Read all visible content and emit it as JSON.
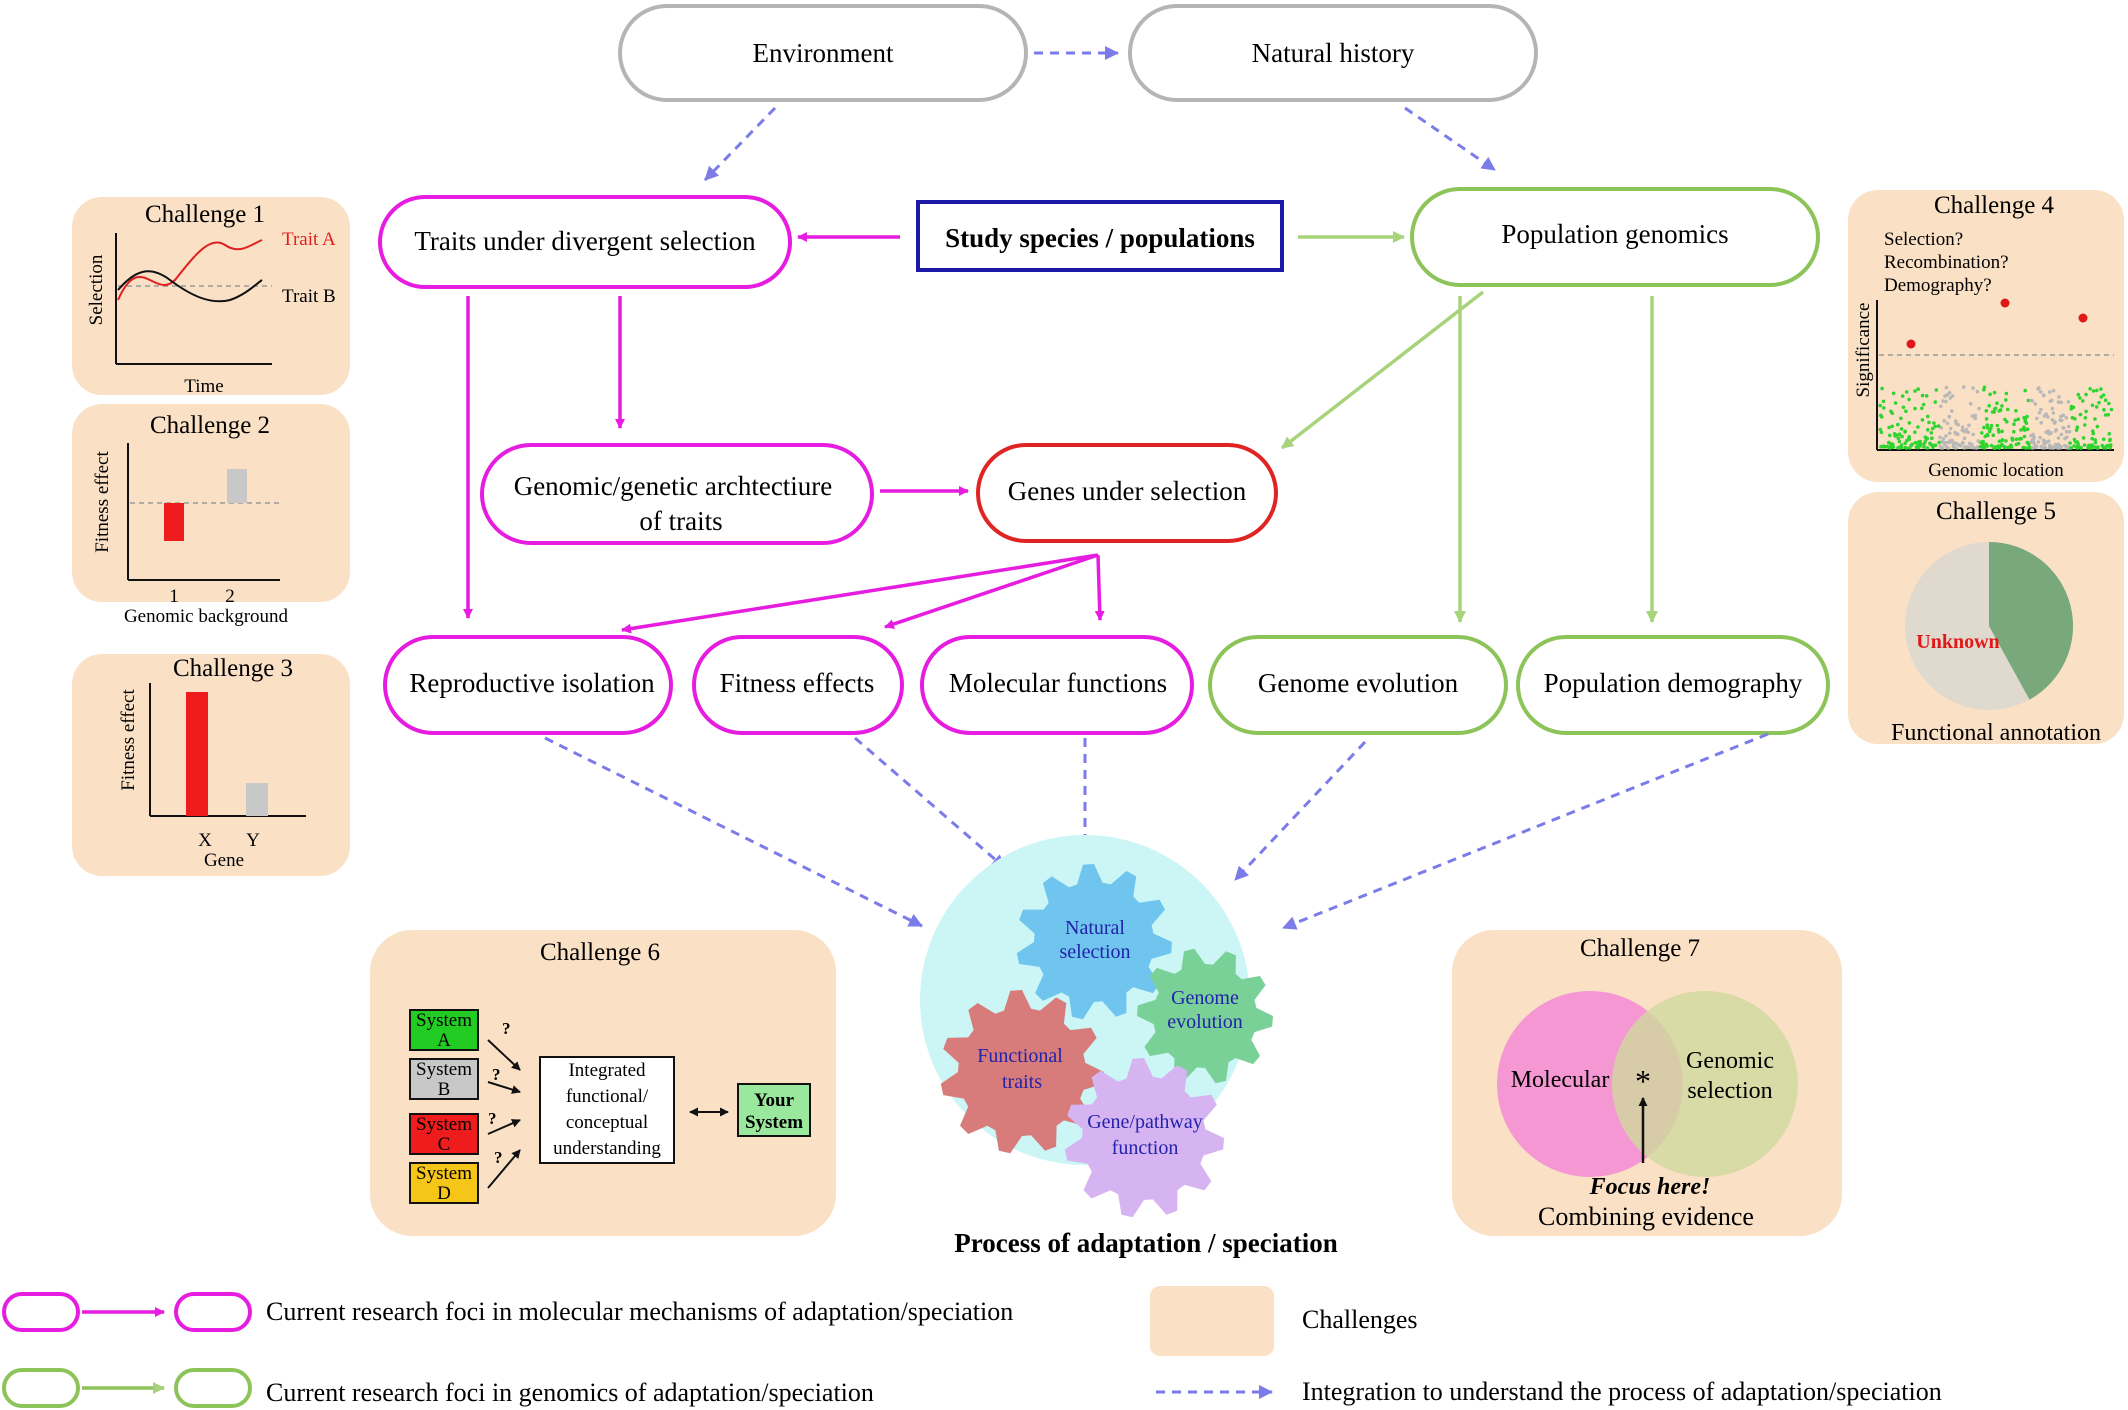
{
  "nodes": {
    "environment": "Environment",
    "natural_history": "Natural history",
    "traits": "Traits under divergent selection",
    "study": "Study species / populations",
    "popgen": "Population genomics",
    "arch_line1": "Genomic/genetic archtectiure",
    "arch_line2": "of traits",
    "genes": "Genes under selection",
    "repro": "Reproductive isolation",
    "fitness": "Fitness effects",
    "molecular": "Molecular functions",
    "genome_evo": "Genome evolution",
    "pop_demo": "Population demography"
  },
  "process": {
    "caption": "Process of adaptation / speciation",
    "gears": {
      "natural_l1": "Natural",
      "natural_l2": "selection",
      "genome_l1": "Genome",
      "genome_l2": "evolution",
      "functional_l1": "Functional",
      "functional_l2": "traits",
      "gene_l1": "Gene/pathway",
      "gene_l2": "function"
    }
  },
  "challenges": {
    "c1": {
      "title": "Challenge 1",
      "ylabel": "Selection",
      "xlabel": "Time",
      "trait_a": "Trait A",
      "trait_b": "Trait B"
    },
    "c2": {
      "title": "Challenge 2",
      "ylabel": "Fitness effect",
      "xlabel": "Genomic background",
      "tick1": "1",
      "tick2": "2"
    },
    "c3": {
      "title": "Challenge 3",
      "ylabel": "Fitness effect",
      "xlabel": "Gene",
      "tickx": "X",
      "ticky": "Y"
    },
    "c4": {
      "title": "Challenge 4",
      "q1": "Selection?",
      "q2": "Recombination?",
      "q3": "Demography?",
      "ylabel": "Significance",
      "xlabel": "Genomic location"
    },
    "c5": {
      "title": "Challenge 5",
      "unknown": "Unknown",
      "caption": "Functional annotation",
      "known_fraction": 0.42
    },
    "c6": {
      "title": "Challenge 6",
      "sys_a1": "System",
      "sys_a2": "A",
      "sys_b1": "System",
      "sys_b2": "B",
      "sys_c1": "System",
      "sys_c2": "C",
      "sys_d1": "System",
      "sys_d2": "D",
      "q": "?",
      "int_l1": "Integrated",
      "int_l2": "functional/",
      "int_l3": "conceptual",
      "int_l4": "understanding",
      "your1": "Your",
      "your2": "System"
    },
    "c7": {
      "title": "Challenge 7",
      "molecular": "Molecular",
      "genomic1": "Genomic",
      "genomic2": "selection",
      "star": "*",
      "focus": "Focus here!",
      "combine": "Combining evidence"
    }
  },
  "legend": {
    "magenta": "Current research foci in molecular mechanisms of adaptation/speciation",
    "green": "Current research foci in genomics of adaptation/speciation",
    "challenges": "Challenges",
    "dashed": "Integration to understand the process of adaptation/speciation"
  },
  "colors": {
    "magenta": "#e61ce0",
    "green": "#8dc45a",
    "dashed_blue": "#7b7bea",
    "study_blue": "#1a1aa6",
    "genes_red": "#e02424",
    "peach": "#fae1c6",
    "gray_node": "#b5b5b5"
  }
}
